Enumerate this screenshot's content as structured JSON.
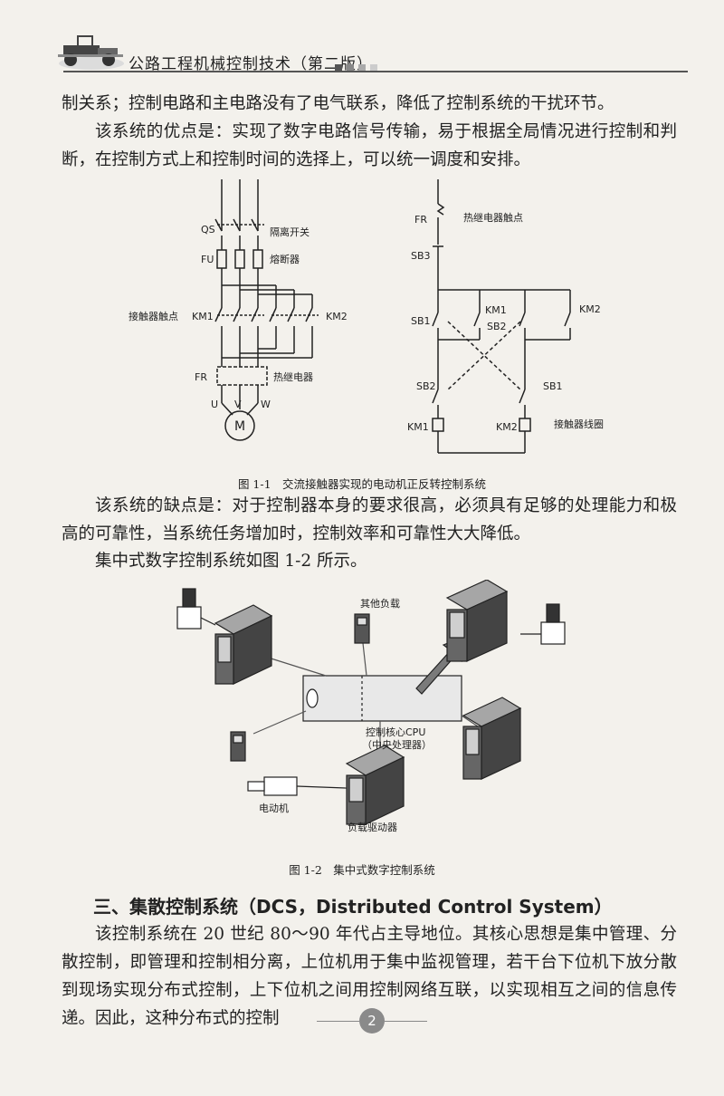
{
  "header": {
    "book_title": "公路工程机械控制技术（第二版）"
  },
  "paragraphs": {
    "p1": "制关系；控制电路和主电路没有了电气联系，降低了控制系统的干扰环节。",
    "p2": "该系统的优点是：实现了数字电路信号传输，易于根据全局情况进行控制和判断，在控制方式上和控制时间的选择上，可以统一调度和安排。",
    "p3": "该系统的缺点是：对于控制器本身的要求很高，必须具有足够的处理能力和极高的可靠性，当系统任务增加时，控制效率和可靠性大大降低。",
    "p4": "集中式数字控制系统如图 1-2 所示。",
    "p5": "该控制系统在 20 世纪 80～90 年代占主导地位。其核心思想是集中管理、分散控制，即管理和控制相分离，上位机用于集中监视管理，若干台下位机下放分散到现场实现分布式控制，上下位机之间用控制网络互联，以实现相互之间的信息传递。因此，这种分布式的控制"
  },
  "figure1": {
    "caption": "图 1-1　交流接触器实现的电动机正反转控制系统",
    "labels": {
      "qs": "QS",
      "fu": "FU",
      "km1_main": "KM1",
      "km2_main": "KM2",
      "fr_main": "FR",
      "u": "U",
      "v": "V",
      "w": "W",
      "m": "M",
      "isolating_switch": "隔离开关",
      "fuse": "熔断器",
      "contactor_contacts": "接触器触点",
      "thermal_relay": "热继电器",
      "fr_ctrl": "FR",
      "sb3": "SB3",
      "sb1_left": "SB1",
      "sb1_right": "SB1",
      "sb2_right": "SB2",
      "sb2_left": "SB2",
      "km1_aux": "KM1",
      "km2_aux": "KM2",
      "km1_coil": "KM1",
      "km2_coil": "KM2",
      "thermal_relay_contact": "热继电器触点",
      "contactor_coil": "接触器线圈"
    }
  },
  "figure2": {
    "caption": "图 1-2　集中式数字控制系统",
    "labels": {
      "other_load": "其他负载",
      "cpu_line1": "控制核心CPU",
      "cpu_line2": "（中央处理器）",
      "motor": "电动机",
      "load_driver": "负载驱动器"
    }
  },
  "section": {
    "heading": "三、集散控制系统（DCS，Distributed Control System）"
  },
  "page_number": "2"
}
